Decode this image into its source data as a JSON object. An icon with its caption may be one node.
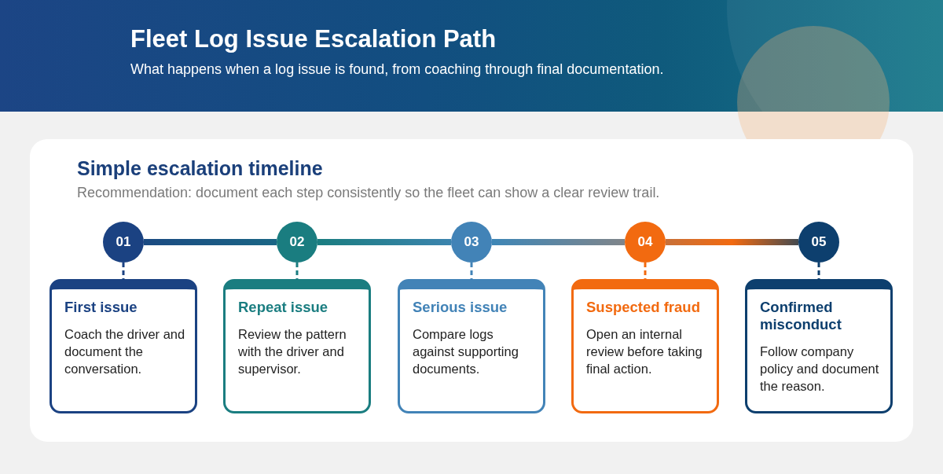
{
  "diagram": {
    "title": "Fleet Log Issue Escalation Path",
    "nodes": [
      {
        "text": [
          "Simple escalation timeline",
          "Recommendation: document each step consistently so the fleet can show a clear review trail."
        ]
      },
      {
        "text": [
          "01"
        ],
        "in": 0
      },
      {
        "text": [
          "First issue",
          "Coach the driver and document the conversation."
        ],
        "in": 0
      },
      {
        "text": [
          "02"
        ],
        "in": 0
      },
      {
        "text": [
          "Repeat issue",
          "Review the pattern with the driver and supervisor."
        ],
        "in": 0
      },
      {
        "text": [
          "03"
        ],
        "in": 0
      },
      {
        "text": [
          "Serious issue",
          "Compare logs against supporting documents."
        ],
        "in": 0
      },
      {
        "text": [
          "04"
        ],
        "in": 0
      },
      {
        "text": [
          "Suspected fraud",
          "Open an internal review before taking final action."
        ],
        "in": 0
      },
      {
        "text": [
          "05"
        ],
        "in": 0
      },
      {
        "text": [
          "Confirmed misconduct",
          "Follow company policy and document the reason."
        ],
        "in": 0
      }
    ],
    "edges": [
      {
        "from": 1,
        "to": 3,
        "arrow": "none"
      },
      {
        "from": 3,
        "to": 5,
        "arrow": "none"
      },
      {
        "from": 5,
        "to": 7,
        "arrow": "none"
      },
      {
        "from": 7,
        "to": 9,
        "arrow": "none"
      },
      {
        "from": 1,
        "to": 2,
        "arrow": "none",
        "style": "dashed",
        "color": "#1b4282"
      },
      {
        "from": 3,
        "to": 4,
        "arrow": "none",
        "style": "dashed",
        "color": "#1a7d80"
      },
      {
        "from": 5,
        "to": 6,
        "arrow": "none",
        "style": "dashed",
        "color": "#4283b7"
      },
      {
        "from": 7,
        "to": 8,
        "arrow": "none",
        "style": "dashed",
        "color": "#f26a10"
      },
      {
        "from": 9,
        "to": 10,
        "arrow": "none",
        "style": "dashed",
        "color": "#0d3f6e"
      }
    ],
    "labels": [
      "What happens when a log issue is found, from coaching through final documentation."
    ]
  }
}
